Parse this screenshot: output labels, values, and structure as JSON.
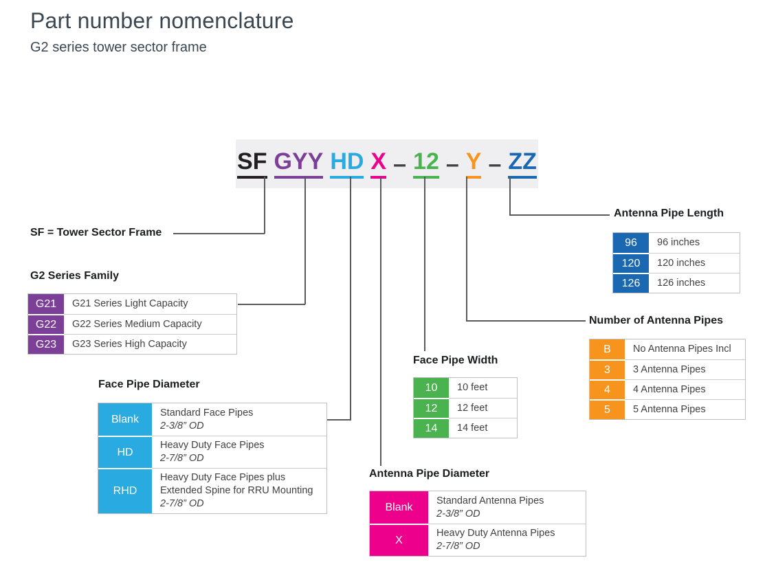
{
  "page": {
    "title": "Part number nomenclature",
    "subtitle": "G2 series tower sector frame"
  },
  "colors": {
    "black": "#231F20",
    "purple": "#7B3F98",
    "cyan": "#29ABE2",
    "magenta": "#EC008C",
    "green": "#4BB250",
    "orange": "#F7941E",
    "blue": "#1B68B2",
    "dash": "#414042",
    "line": "#58595B"
  },
  "part_number": {
    "segments": [
      {
        "text": "SF",
        "color": "black",
        "underline": true
      },
      {
        "text": "GYY",
        "color": "purple",
        "underline": true
      },
      {
        "text": "HD",
        "color": "cyan",
        "underline": true
      },
      {
        "text": "X",
        "color": "magenta",
        "underline": true
      },
      {
        "text": "–",
        "color": "dash",
        "underline": false
      },
      {
        "text": "12",
        "color": "green",
        "underline": true
      },
      {
        "text": "–",
        "color": "dash",
        "underline": false
      },
      {
        "text": "Y",
        "color": "orange",
        "underline": true
      },
      {
        "text": "–",
        "color": "dash",
        "underline": false
      },
      {
        "text": "ZZ",
        "color": "blue",
        "underline": true
      }
    ]
  },
  "sf_label": "SF = Tower Sector Frame",
  "tables": [
    {
      "id": "g2-series",
      "title": "G2 Series Family",
      "color": "purple",
      "rows": [
        {
          "code": "G21",
          "lines": [
            {
              "t": "G21 Series Light Capacity"
            }
          ]
        },
        {
          "code": "G22",
          "lines": [
            {
              "t": "G22 Series Medium Capacity"
            }
          ]
        },
        {
          "code": "G23",
          "lines": [
            {
              "t": "G23 Series High Capacity"
            }
          ]
        }
      ]
    },
    {
      "id": "face-pipe-diameter",
      "title": "Face Pipe Diameter",
      "color": "cyan",
      "rows": [
        {
          "code": "Blank",
          "lines": [
            {
              "t": "Standard Face Pipes"
            },
            {
              "t": "2-3/8” OD",
              "i": true
            }
          ]
        },
        {
          "code": "HD",
          "lines": [
            {
              "t": "Heavy Duty Face Pipes"
            },
            {
              "t": "2-7/8” OD",
              "i": true
            }
          ]
        },
        {
          "code": "RHD",
          "lines": [
            {
              "t": "Heavy Duty Face Pipes plus Extended Spine for RRU Mounting"
            },
            {
              "t": "2-7/8” OD",
              "i": true
            }
          ]
        }
      ]
    },
    {
      "id": "face-pipe-width",
      "title": "Face Pipe Width",
      "color": "green",
      "rows": [
        {
          "code": "10",
          "lines": [
            {
              "t": "10 feet"
            }
          ]
        },
        {
          "code": "12",
          "lines": [
            {
              "t": "12 feet"
            }
          ]
        },
        {
          "code": "14",
          "lines": [
            {
              "t": "14 feet"
            }
          ]
        }
      ]
    },
    {
      "id": "antenna-pipe-diameter",
      "title": "Antenna Pipe Diameter",
      "color": "magenta",
      "rows": [
        {
          "code": "Blank",
          "lines": [
            {
              "t": "Standard Antenna Pipes"
            },
            {
              "t": "2-3/8” OD",
              "i": true
            }
          ]
        },
        {
          "code": "X",
          "lines": [
            {
              "t": "Heavy Duty Antenna Pipes"
            },
            {
              "t": "2-7/8” OD",
              "i": true
            }
          ]
        }
      ]
    },
    {
      "id": "number-antenna-pipes",
      "title": "Number of Antenna Pipes",
      "color": "orange",
      "rows": [
        {
          "code": "B",
          "lines": [
            {
              "t": "No Antenna Pipes Incl"
            }
          ]
        },
        {
          "code": "3",
          "lines": [
            {
              "t": "3 Antenna Pipes"
            }
          ]
        },
        {
          "code": "4",
          "lines": [
            {
              "t": "4 Antenna Pipes"
            }
          ]
        },
        {
          "code": "5",
          "lines": [
            {
              "t": "5 Antenna Pipes"
            }
          ]
        }
      ]
    },
    {
      "id": "antenna-pipe-length",
      "title": "Antenna Pipe Length",
      "color": "blue",
      "rows": [
        {
          "code": "96",
          "lines": [
            {
              "t": "96 inches"
            }
          ]
        },
        {
          "code": "120",
          "lines": [
            {
              "t": "120 inches"
            }
          ]
        },
        {
          "code": "126",
          "lines": [
            {
              "t": "126 inches"
            }
          ]
        }
      ]
    }
  ]
}
